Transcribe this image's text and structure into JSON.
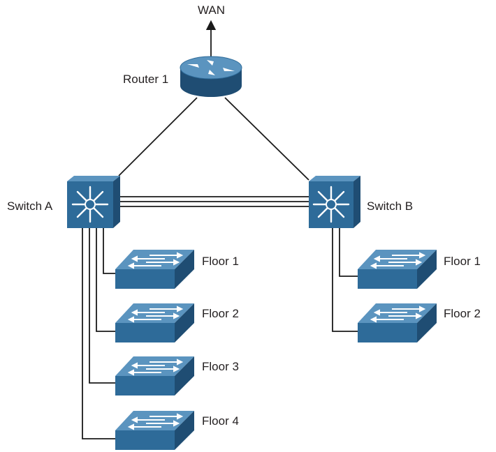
{
  "labels": {
    "wan": "WAN",
    "router": "Router 1",
    "switch_a": "Switch A",
    "switch_b": "Switch B",
    "a_floors": [
      "Floor 1",
      "Floor 2",
      "Floor 3",
      "Floor 4"
    ],
    "b_floors": [
      "Floor 1",
      "Floor 2"
    ]
  },
  "icons": {
    "router": "router-icon",
    "core_switch": "multilayer-switch-icon",
    "access_switch": "workgroup-switch-icon"
  },
  "colors": {
    "device_front": "#2e6b99",
    "device_top": "#5b94bf",
    "device_side": "#1f4d73",
    "link": "#1a1a1a"
  }
}
